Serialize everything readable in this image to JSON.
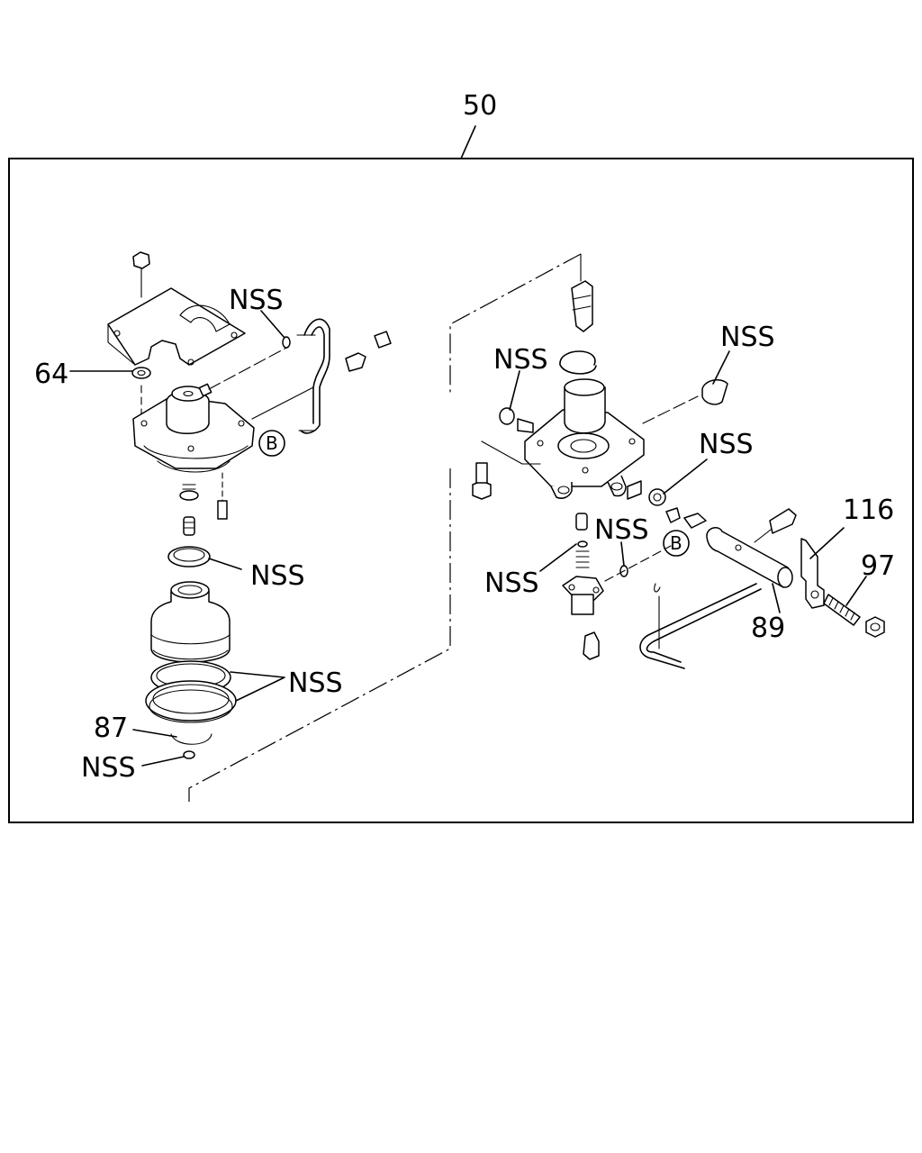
{
  "diagram": {
    "assembly_label": "50",
    "callouts": {
      "nss_top_left": "NSS",
      "c64": "64",
      "nss_seal_ring": "NSS",
      "nss_bottom_rings": "NSS",
      "c87": "87",
      "nss_bottom_oring": "NSS",
      "nss_right_top": "NSS",
      "nss_cap": "NSS",
      "nss_right_side": "NSS",
      "nss_valve_center": "NSS",
      "nss_valve_left": "NSS",
      "c116": "116",
      "c97": "97",
      "c89": "89"
    },
    "connection_marker": "B"
  }
}
